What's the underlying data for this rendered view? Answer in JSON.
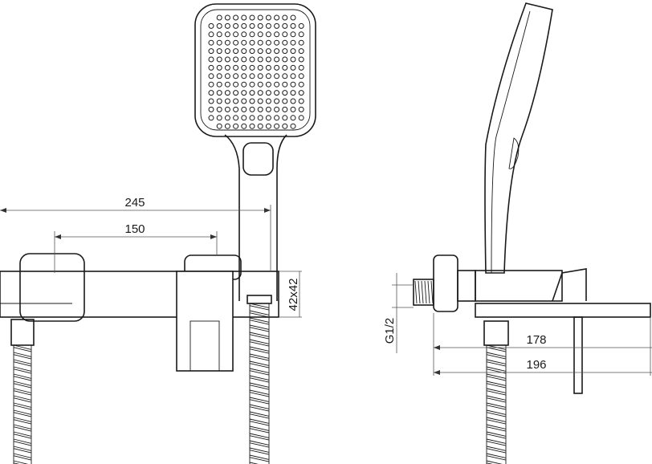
{
  "dimensions": {
    "total_length": "245",
    "mount_spacing": "150",
    "profile": "42x42",
    "thread": "G1/2",
    "side_depth_1": "178",
    "side_depth_2": "196"
  },
  "shower_head_dots": {
    "columns": 12,
    "rows": 14
  }
}
